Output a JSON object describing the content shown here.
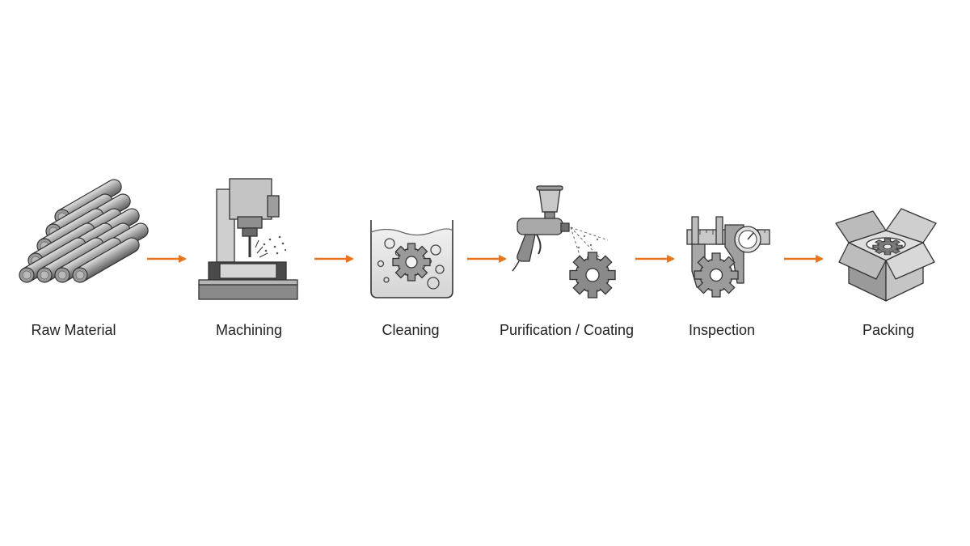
{
  "colors": {
    "arrow": "#e8731a",
    "outline": "#333333",
    "metal_light": "#bdbdbd",
    "metal_mid": "#8c8c8c",
    "metal_dark": "#555555",
    "liquid": "#e6e6e6",
    "background": "#ffffff"
  },
  "steps": [
    {
      "label": "Raw Material",
      "icon": "steel-bars-icon"
    },
    {
      "label": "Machining",
      "icon": "milling-machine-icon"
    },
    {
      "label": "Cleaning",
      "icon": "cleaning-tank-icon"
    },
    {
      "label": "Purification / Coating",
      "icon": "spray-gun-icon"
    },
    {
      "label": "Inspection",
      "icon": "caliper-icon"
    },
    {
      "label": "Packing",
      "icon": "open-box-icon"
    }
  ]
}
